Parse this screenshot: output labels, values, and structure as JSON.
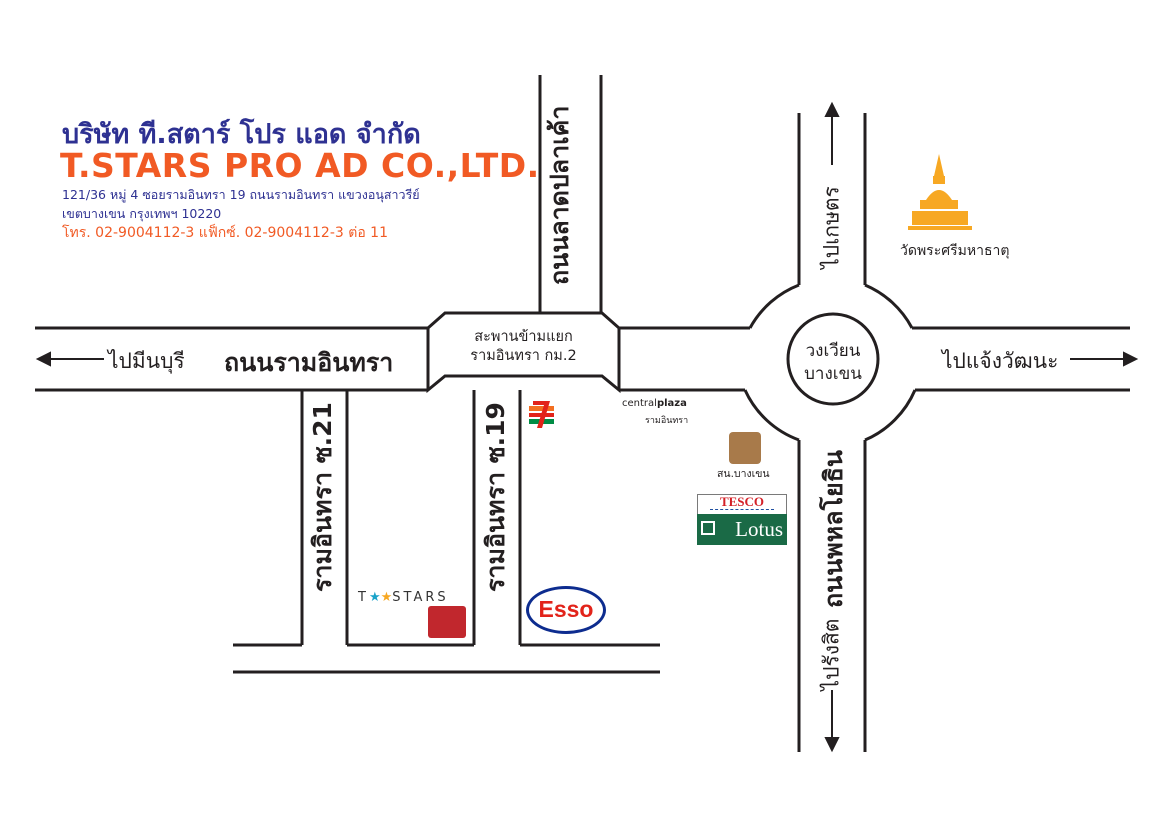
{
  "company": {
    "name_th": "บริษัท ที.สตาร์ โปร แอด จำกัด",
    "name_en": "T.STARS PRO AD CO.,LTD.",
    "address_line1": "121/36 หมู่ 4 ซอยรามอินทรา 19 ถนนรามอินทรา แขวงอนุสาวรีย์",
    "address_line2": "เขตบางเขน กรุงเทพฯ 10220",
    "phone": "โทร. 02-9004112-3 แฟ็กซ์. 02-9004112-3 ต่อ 11"
  },
  "roads": {
    "main": "ถนนรามอินทรา",
    "lat_pla_khao": "ถนนลาดปลาเค้า",
    "phahon": "ถนนพหลโยธิน",
    "soi21": "รามอินทรา ซ.21",
    "soi19": "รามอินทรา ซ.19"
  },
  "bridge": {
    "line1": "สะพานข้ามแยก",
    "line2": "รามอินทรา กม.2"
  },
  "circle": {
    "line1": "วงเวียน",
    "line2": "บางเขน"
  },
  "directions": {
    "left": "ไปมีนบุรี",
    "right": "ไปแจ้งวัฒนะ",
    "up": "ไปเกษตร",
    "down": "ไปรังสิต"
  },
  "landmarks": {
    "temple": "วัดพระศรีมหาธาตุ",
    "central_a": "central",
    "central_b": "pla",
    "central_c": "za",
    "central_sub": "รามอินทรา",
    "police": "สน.บางเขน",
    "tesco_top": "TESCO",
    "tesco_bottom": "Lotus",
    "esso": "Esso",
    "stars_t": "T",
    "stars_rest": "STARS",
    "seven": "7"
  },
  "colors": {
    "brand_blue": "#2e3192",
    "brand_orange": "#f15a24",
    "temple_gold": "#f7a823",
    "tesco_green": "#1a6a46",
    "esso_red": "#e2231a",
    "stars_red": "#c1272d"
  }
}
